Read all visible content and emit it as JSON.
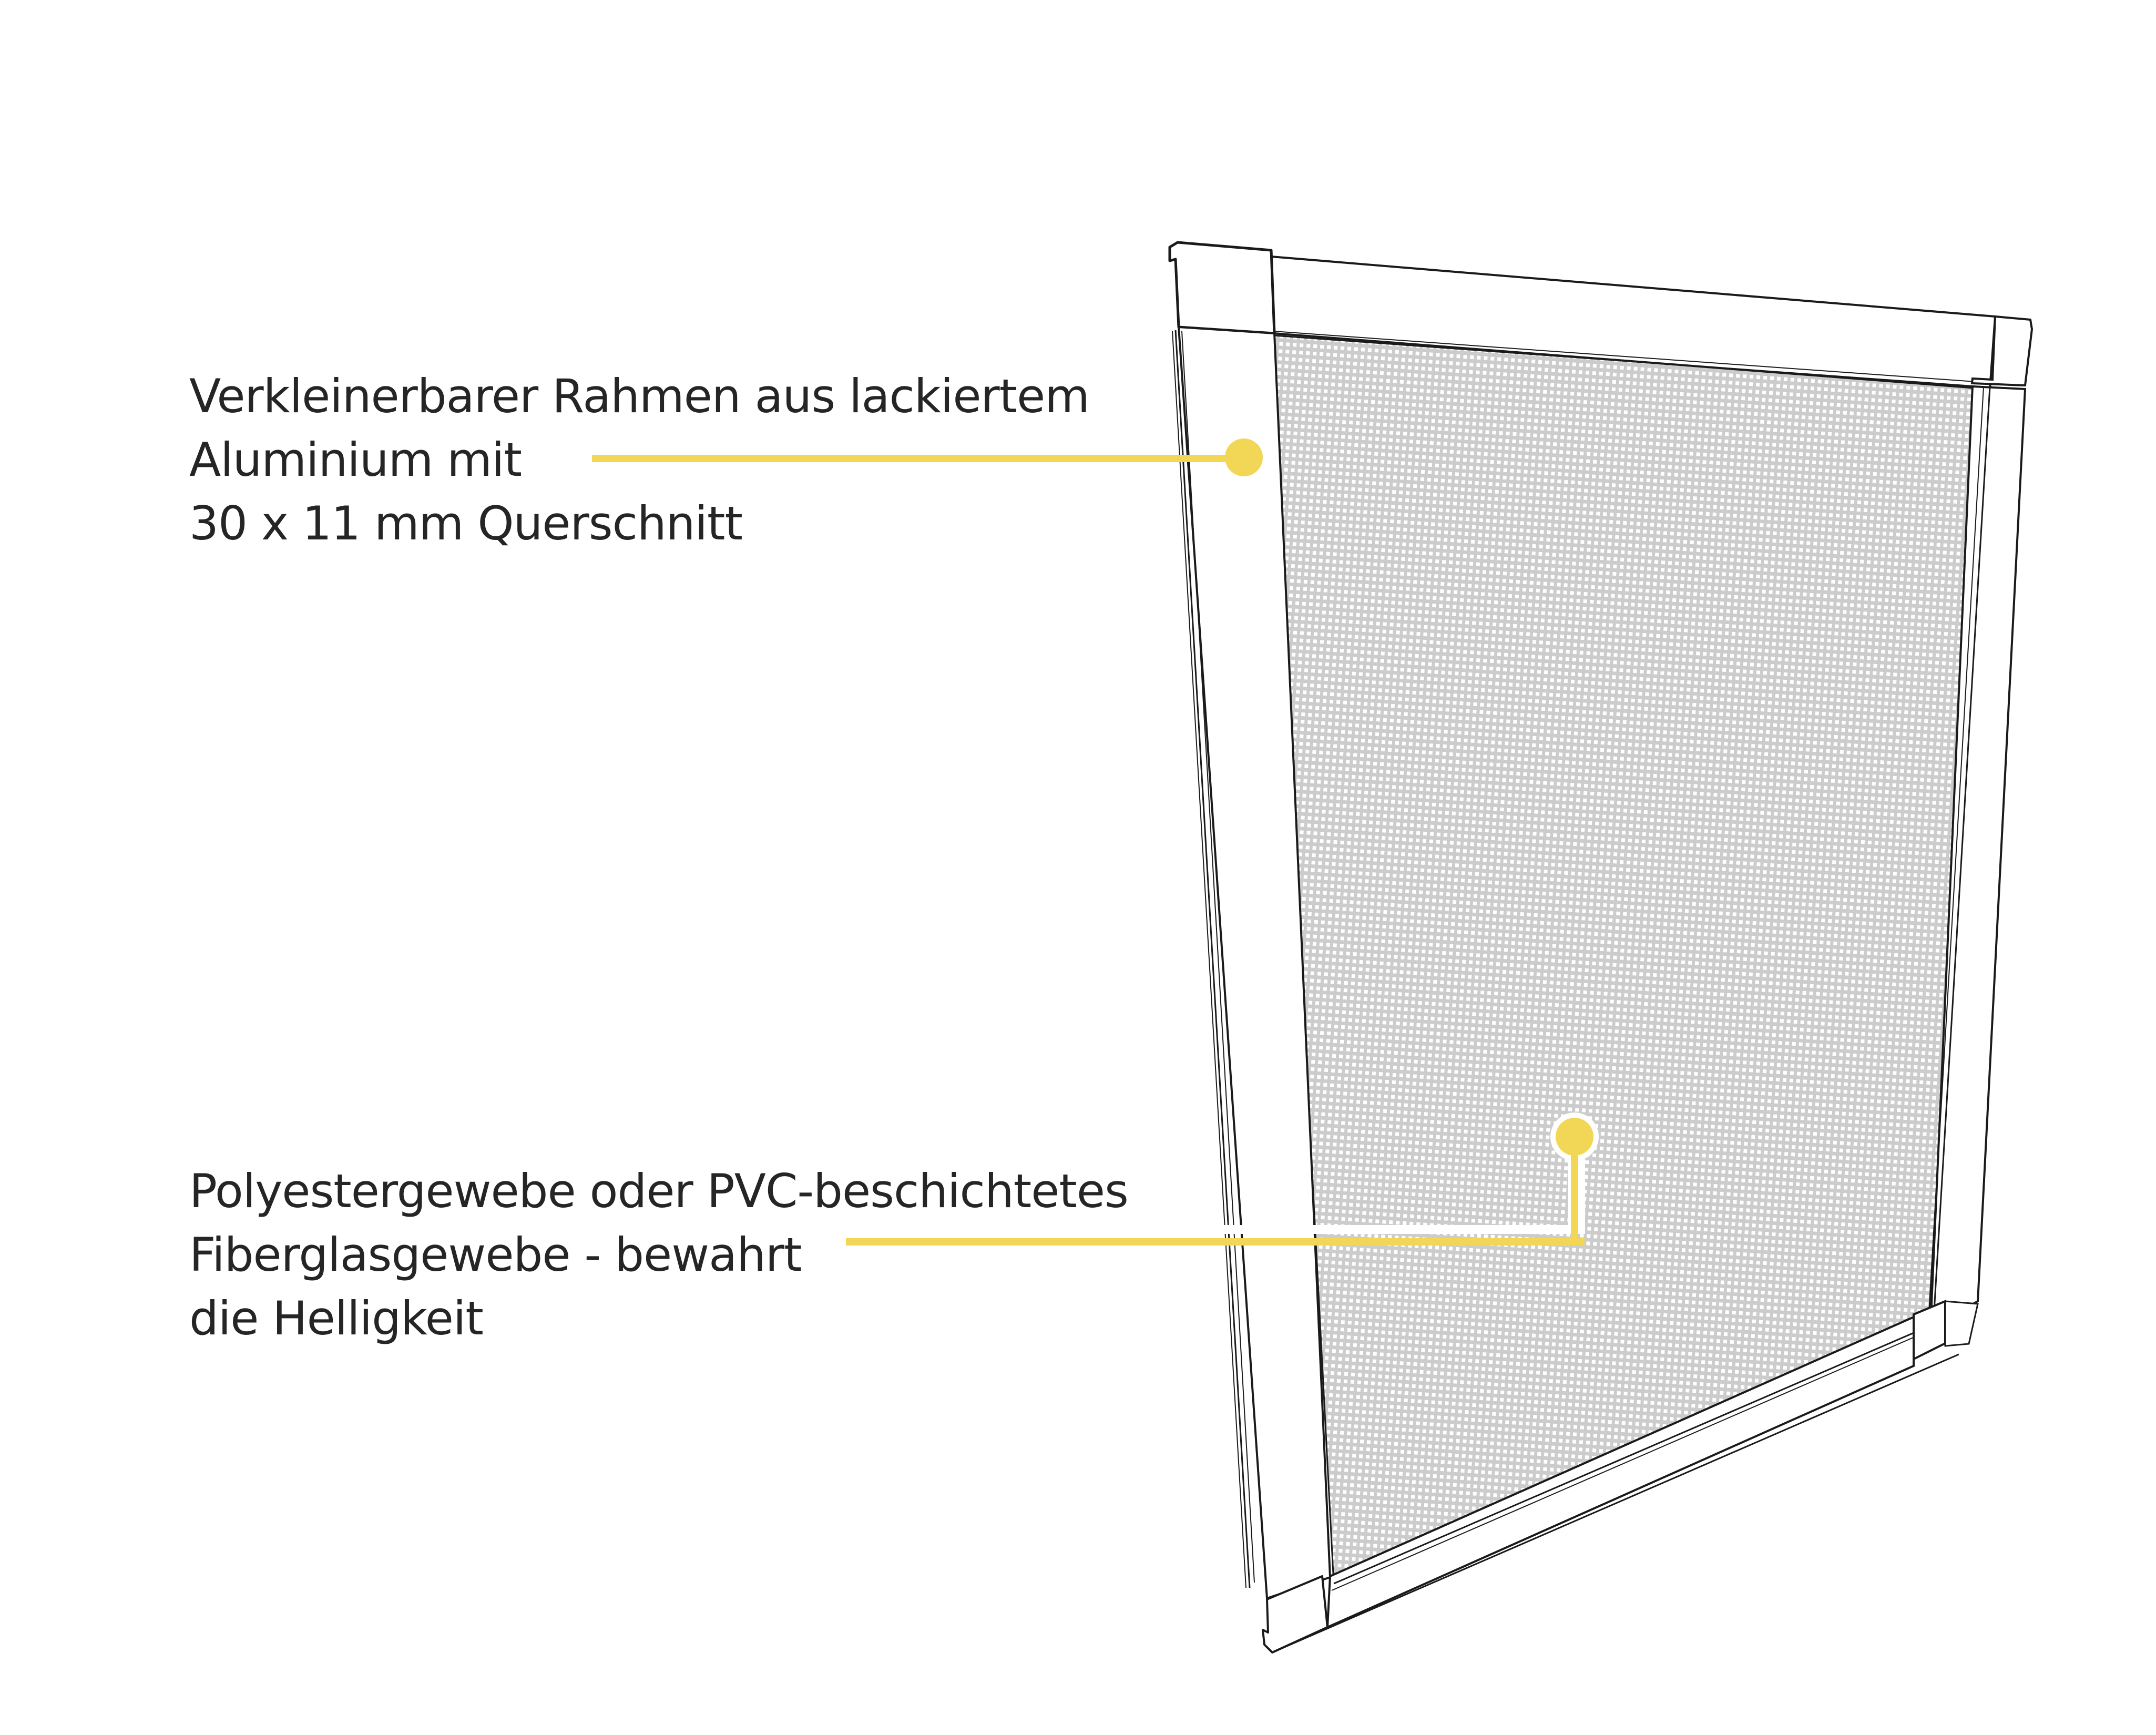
{
  "colors": {
    "background": "#ffffff",
    "text": "#252525",
    "callout": "#f2d655",
    "mesh": "#cccccc",
    "outline": "#1a1a1a"
  },
  "callouts": [
    {
      "id": "frame",
      "lines": [
        "Verkleinerbarer Rahmen aus lackiertem",
        "Aluminium mit",
        "30 x 11 mm Querschnitt"
      ],
      "target": "frame-stile-left"
    },
    {
      "id": "mesh",
      "lines": [
        "Polyestergewebe oder PVC-beschichtetes",
        "Fiberglasgewebe - bewahrt",
        "die Helligkeit"
      ],
      "target": "insect-mesh"
    }
  ]
}
